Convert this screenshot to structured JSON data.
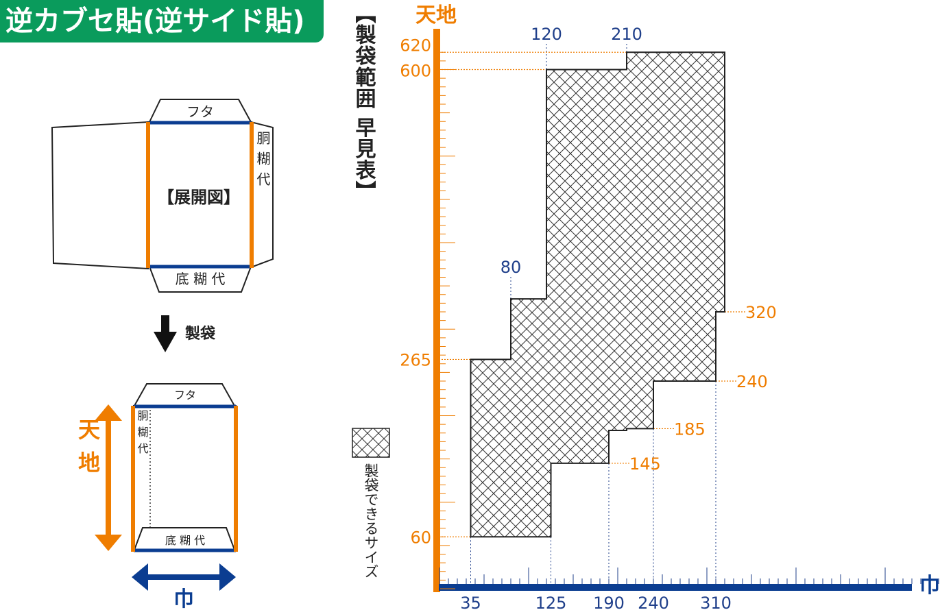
{
  "title": "逆カブセ貼(逆サイド貼)",
  "section_heading": "【製袋範囲 早見表】",
  "unfolded": {
    "flap_label": "フタ",
    "center_label": "【展開図】",
    "side_glue_label": "胴糊代",
    "bottom_glue_label": "底 糊 代"
  },
  "arrow_label": "製袋",
  "finished": {
    "flap_label": "フタ",
    "side_glue_label": "胴糊代",
    "bottom_glue_label": "底 糊 代",
    "height_label": "天地",
    "width_label": "巾"
  },
  "legend": {
    "label": "製袋できるサイズ"
  },
  "colors": {
    "orange": "#ef7d00",
    "blue": "#0b3d91",
    "dark_blue": "#1f3f8a",
    "green": "#0a9b5c",
    "hatch": "#333333"
  },
  "chart_data": {
    "type": "area",
    "ylabel": "天地",
    "xlabel": "巾",
    "xlim": [
      0,
      600
    ],
    "ylim": [
      0,
      620
    ],
    "x_labels": [
      35,
      125,
      190,
      240,
      310
    ],
    "y_labels": [
      60,
      265,
      600,
      620
    ],
    "top_labels": [
      80,
      120,
      210
    ],
    "right_labels": [
      145,
      185,
      240,
      320
    ],
    "region_outline": [
      [
        35,
        60
      ],
      [
        35,
        265
      ],
      [
        80,
        265
      ],
      [
        80,
        335
      ],
      [
        120,
        335
      ],
      [
        120,
        600
      ],
      [
        210,
        600
      ],
      [
        210,
        620
      ],
      [
        320,
        620
      ],
      [
        320,
        320
      ],
      [
        310,
        320
      ],
      [
        310,
        240
      ],
      [
        240,
        240
      ],
      [
        240,
        185
      ],
      [
        210,
        185
      ],
      [
        210,
        183
      ],
      [
        190,
        183
      ],
      [
        190,
        145
      ],
      [
        125,
        145
      ],
      [
        125,
        60
      ],
      [
        35,
        60
      ]
    ]
  }
}
